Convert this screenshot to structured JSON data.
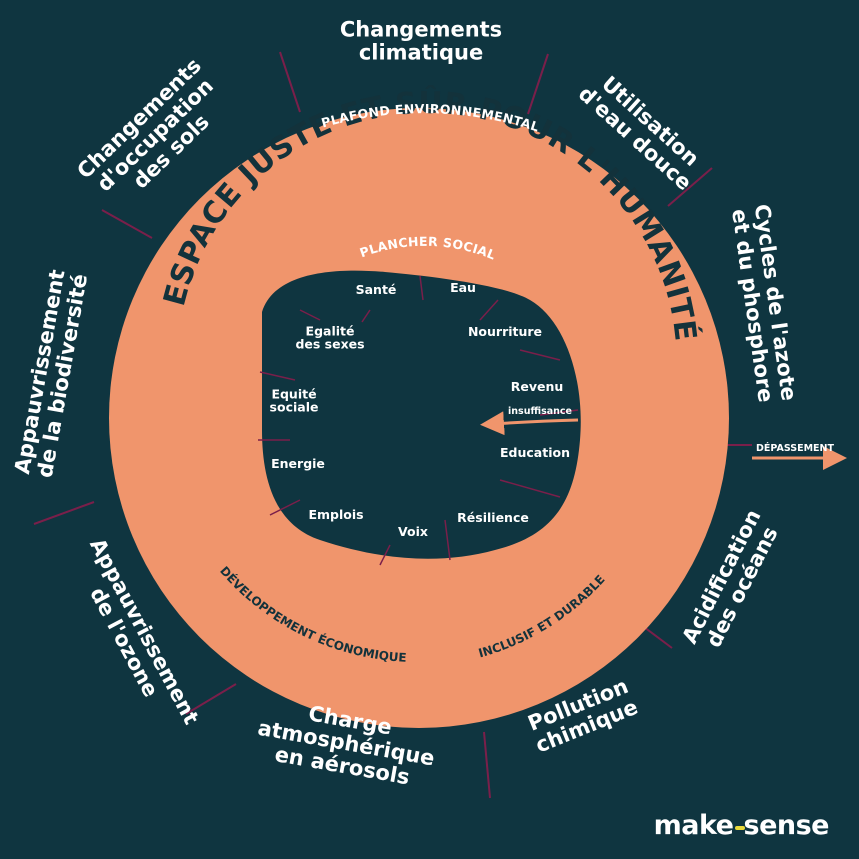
{
  "colors": {
    "background": "#0f3540",
    "ring": "#f0956c",
    "divider": "#7a1f4a",
    "white": "#ffffff",
    "dark_text": "#13323b",
    "logo_accent": "#e8d93a"
  },
  "ring": {
    "title": "ESPACE JUSTE ET SÛR POUR L'HUMANITÉ",
    "ceiling": "PLAFOND ENVIRONNEMENTAL",
    "floor": "PLANCHER SOCIAL",
    "economy_left": "DÉVELOPPEMENT ÉCONOMIQUE",
    "economy_right": "INCLUSIF ET DURABLE"
  },
  "arrows": {
    "shortfall": "insuffisance",
    "overshoot": "DÉPASSEMENT"
  },
  "outer": [
    {
      "id": "climate",
      "lines": [
        "Changements",
        "climatique"
      ]
    },
    {
      "id": "water",
      "lines": [
        "Utilisation",
        "d'eau douce"
      ]
    },
    {
      "id": "nitrogen",
      "lines": [
        "Cycles de l'azote",
        "et du phosphore"
      ]
    },
    {
      "id": "ocean",
      "lines": [
        "Acidification",
        "des océans"
      ]
    },
    {
      "id": "pollution",
      "lines": [
        "Pollution",
        "chimique"
      ]
    },
    {
      "id": "aerosol",
      "lines": [
        "Charge",
        "atmosphérique",
        "en aérosols"
      ]
    },
    {
      "id": "ozone",
      "lines": [
        "Appauvrissement",
        "de l'ozone"
      ]
    },
    {
      "id": "biodiversity",
      "lines": [
        "Appauvrissement",
        "de la biodiversité"
      ]
    },
    {
      "id": "land",
      "lines": [
        "Changements",
        "d'occupation",
        "des sols"
      ]
    }
  ],
  "inner": [
    {
      "id": "sante",
      "lines": [
        "Santé"
      ]
    },
    {
      "id": "eau",
      "lines": [
        "Eau"
      ]
    },
    {
      "id": "nourriture",
      "lines": [
        "Nourriture"
      ]
    },
    {
      "id": "revenu",
      "lines": [
        "Revenu"
      ]
    },
    {
      "id": "education",
      "lines": [
        "Education"
      ]
    },
    {
      "id": "resilience",
      "lines": [
        "Résilience"
      ]
    },
    {
      "id": "voix",
      "lines": [
        "Voix"
      ]
    },
    {
      "id": "emplois",
      "lines": [
        "Emplois"
      ]
    },
    {
      "id": "energie",
      "lines": [
        "Energie"
      ]
    },
    {
      "id": "equite",
      "lines": [
        "Equité",
        "sociale"
      ]
    },
    {
      "id": "egalite",
      "lines": [
        "Egalité",
        "des sexes"
      ]
    }
  ],
  "logo": {
    "part1": "make",
    "part2": "sense"
  }
}
